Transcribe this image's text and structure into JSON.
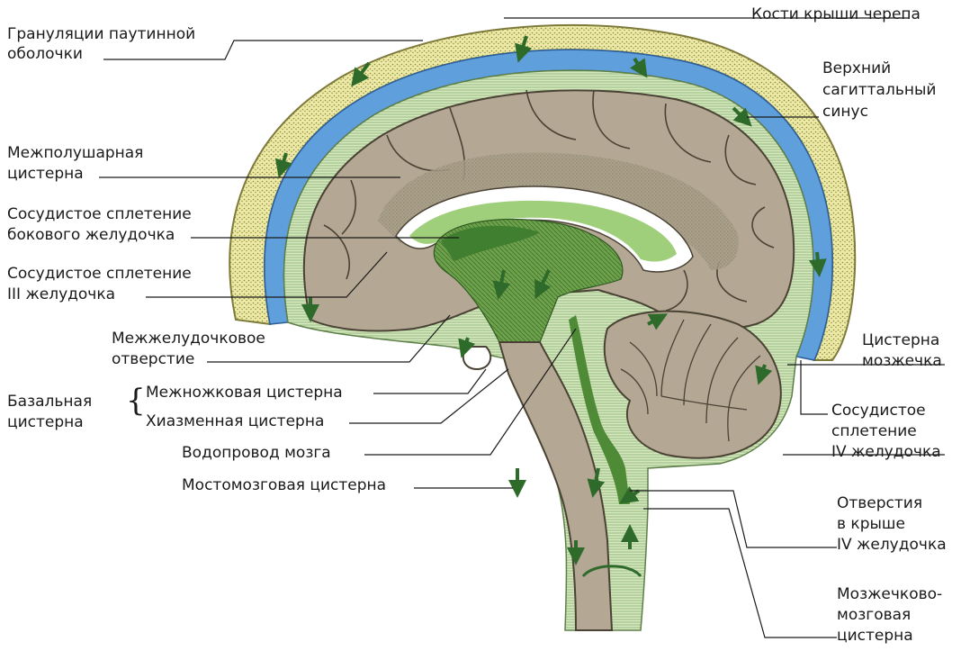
{
  "labels": {
    "cranial_bones": "Кости крыши черепа",
    "arachnoid_granulations_1": "Грануляции паутинной",
    "arachnoid_granulations_2": "оболочки",
    "superior_sinus_1": "Верхний",
    "superior_sinus_2": "сагиттальный",
    "superior_sinus_3": "синус",
    "interhemispheric_1": "Межполушарная",
    "interhemispheric_2": "цистерна",
    "lateral_plexus_1": "Сосудистое сплетение",
    "lateral_plexus_2": "бокового желудочка",
    "third_plexus_1": "Сосудистое сплетение",
    "third_plexus_2": "III желудочка",
    "interventricular_1": "Межжелудочковое",
    "interventricular_2": "отверстие",
    "basal_1": "Базальная",
    "basal_2": "цистерна",
    "interpeduncular": "Межножковая цистерна",
    "chiasmatic": "Хиазменная цистерна",
    "aqueduct": "Водопровод мозга",
    "pontine": "Мостомозговая цистерна",
    "cerebellar_cistern_1": "Цистерна",
    "cerebellar_cistern_2": "мозжечка",
    "fourth_plexus_1": "Сосудистое",
    "fourth_plexus_2": "сплетение",
    "fourth_plexus_3": "IV желудочка",
    "fourth_apertures_1": "Отверстия",
    "fourth_apertures_2": "в крыше",
    "fourth_apertures_3": "IV желудочка",
    "cerebellomedullary_1": "Мозжечково-",
    "cerebellomedullary_2": "мозговая",
    "cerebellomedullary_3": "цистерна"
  },
  "colors": {
    "skull": "#ece7a8",
    "sinus": "#5f9fdc",
    "csf_stripe": "#cfe2b4",
    "brain": "#b7aa97",
    "ventricle": "#9fcf7a",
    "dark_green": "#3f7f2f",
    "arrow": "#2e6b2a"
  }
}
